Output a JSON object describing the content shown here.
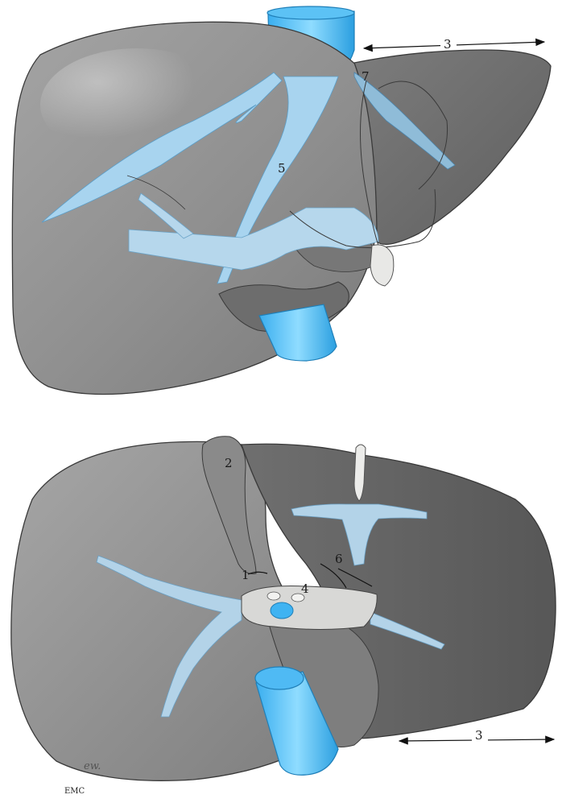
{
  "figure": {
    "top_view": {
      "labels": {
        "arrow_top": "3",
        "vessel_7": "7",
        "vessel_5": "5"
      }
    },
    "bottom_view": {
      "labels": {
        "lobe_2": "2",
        "ligament_1": "1",
        "node_4": "4",
        "ligament_6": "6",
        "arrow_bottom": "3"
      }
    },
    "credit": {
      "mark": "EMC",
      "signature": "ew."
    },
    "colors": {
      "liver_light": "#9a9a9a",
      "liver_mid": "#858585",
      "liver_dark": "#6e6e6e",
      "vessel_blue": "#7fd0ff",
      "vessel_blue_dark": "#39aef0",
      "vessel_pale": "#a8d4ef",
      "outline": "#3a3a3a"
    }
  }
}
